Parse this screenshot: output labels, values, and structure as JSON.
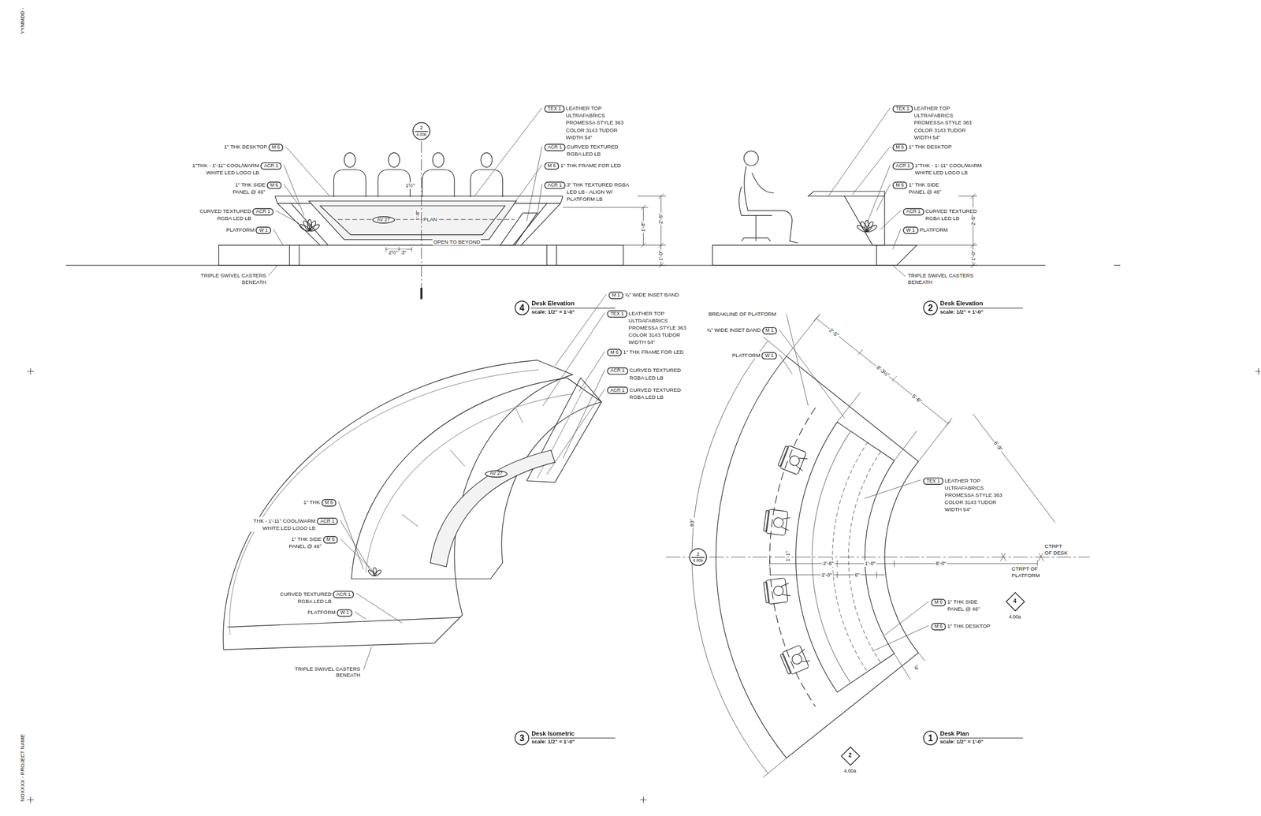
{
  "diagram": {
    "nodes": [
      {
        "text": [
          "1\" THK DESKTOP",
          "M 6"
        ]
      },
      {
        "text": [
          "1\"THK - 1'-11\" COOL/WARM WHITE LED LOGO LB",
          "ACR 1"
        ]
      },
      {
        "text": [
          "1\" THK SIDE PANEL @ 46°",
          "M 6"
        ]
      },
      {
        "text": [
          "CURVED TEXTURED RGBA LED LB",
          "ACR 1"
        ]
      },
      {
        "text": [
          "PLATFORM",
          "W 1"
        ]
      },
      {
        "text": [
          "TEX 1",
          "LEATHER TOP ULTRAFABRICS PROMESSA STYLE 363 COLOR 3143 TUDOR WIDTH 54\""
        ]
      },
      {
        "text": [
          "ACR 1",
          "CURVED TEXTURED RGBA LED LB"
        ]
      },
      {
        "text": [
          "M 6",
          "1\" THK FRAME FOR LED"
        ]
      },
      {
        "text": [
          "ACR 1",
          "3\" THK TEXTURED RGBA LED LB - ALIGN W/ PLATFORM LB"
        ]
      },
      {
        "text": [
          "AV 27"
        ]
      },
      {
        "text": [
          "2",
          "4.00b"
        ]
      },
      {
        "text": [
          "4",
          "Desk Elevation",
          "scale: 1/2\" = 1'-0\""
        ]
      },
      {
        "text": [
          "TEX 1",
          "LEATHER TOP ULTRAFABRICS PROMESSA STYLE 363 COLOR 3143 TUDOR WIDTH 54\""
        ]
      },
      {
        "text": [
          "M 6",
          "1\" THK DESKTOP"
        ]
      },
      {
        "text": [
          "ACR 1",
          "1\"THK - 1'-11\" COOL/WARM WHITE LED LOGO LB"
        ]
      },
      {
        "text": [
          "M 6",
          "1\" THK SIDE PANEL @ 46°"
        ]
      },
      {
        "text": [
          "ACR 1",
          "CURVED TEXTURED RGBA LED LB"
        ]
      },
      {
        "text": [
          "W 1",
          "PLATFORM"
        ]
      },
      {
        "text": [
          "2",
          "Desk Elevation",
          "scale: 1/2\" = 1'-0\""
        ]
      },
      {
        "text": [
          "M 1",
          "¾\" WIDE INSET BAND"
        ]
      },
      {
        "text": [
          "TEX 1",
          "LEATHER TOP ULTRAFABRICS PROMESSA STYLE 363 COLOR 3143 TUDOR WIDTH 54\""
        ]
      },
      {
        "text": [
          "M 6",
          "1\" THK FRAME FOR LED"
        ]
      },
      {
        "text": [
          "ACR 1",
          "CURVED TEXTURED RGBA LED LB"
        ]
      },
      {
        "text": [
          "ACR 1",
          "CURVED TEXTURED RGBA LED LB"
        ]
      },
      {
        "text": [
          "1\" THK",
          "M 6"
        ]
      },
      {
        "text": [
          "THK - 1'-11\" COOL/WARM WHITE LED LOGO LB",
          "ACR 1"
        ]
      },
      {
        "text": [
          "1\" THK SIDE PANEL @ 46°",
          "M 6"
        ]
      },
      {
        "text": [
          "CURVED TEXTURED RGBA LED LB",
          "ACR 1"
        ]
      },
      {
        "text": [
          "PLATFORM",
          "W 1"
        ]
      },
      {
        "text": [
          "AV 27"
        ]
      },
      {
        "text": [
          "3",
          "Desk Isometric",
          "scale: 1/2\" = 1'-0\""
        ]
      },
      {
        "text": [
          "¾\" WIDE INSET BAND",
          "M 1"
        ]
      },
      {
        "text": [
          "PLATFORM",
          "W 1"
        ]
      },
      {
        "text": [
          "TEX 1",
          "LEATHER TOP ULTRAFABRICS PROMESSA STYLE 363 COLOR 3143 TUDOR WIDTH 54\""
        ]
      },
      {
        "text": [
          "M 6",
          "1\" THK SIDE PANEL @ 46°"
        ]
      },
      {
        "text": [
          "M 6",
          "1\" THK DESKTOP"
        ]
      },
      {
        "text": [
          "2",
          "4.00b"
        ]
      },
      {
        "text": [
          "4",
          "4.00a"
        ]
      },
      {
        "text": [
          "2",
          "4.00a"
        ]
      },
      {
        "text": [
          "1",
          "Desk Plan",
          "scale: 1/2\" = 1'-0\""
        ]
      }
    ],
    "labels": [
      "YYMMDD -",
      "1½\"",
      "1'-8\"",
      "PLAN",
      "OPEN TO BEYOND",
      "2½\"",
      "3\"",
      "TRIPLE SWIVEL CASTERS BENEATH",
      "2'-5\"",
      "1'-8\"",
      "1'-0\"",
      "2'-5\"",
      "1'-0\"",
      "TRIPLE SWIVEL CASTERS BENEATH",
      "TRIPLE SWIVEL CASTERS BENEATH",
      "BREAKLINE OF PLATFORM",
      "2'-5\"",
      "8'-3½\"",
      "5'-6\"",
      "6'-9\"",
      "83°",
      "1'-1\"",
      "2'-6\"",
      "1'-0\"",
      "8'-0\"",
      "2'-0\"",
      "6\"",
      "6\"",
      "CTRPT OF DESK",
      "CTRPT OF PLATFORM",
      "NOXXXX - PROJECT NAME"
    ]
  }
}
